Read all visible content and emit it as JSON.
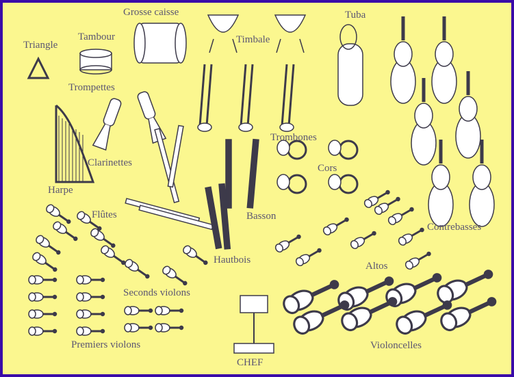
{
  "title": "Orchestra seating plan",
  "colors": {
    "background": "#fbf78f",
    "border": "#3a0aa8",
    "ink": "#3d3a4a",
    "label": "#5b5672"
  },
  "labels": {
    "triangle": "Triangle",
    "tambour": "Tambour",
    "grosse_caisse": "Grosse caisse",
    "timbale": "Timbale",
    "tuba": "Tuba",
    "trompettes": "Trompettes",
    "clarinettes": "Clarinettes",
    "harpe": "Harpe",
    "trombones": "Trombones",
    "cors": "Cors",
    "flutes": "Flûtes",
    "basson": "Basson",
    "contrebasses": "Contrebasses",
    "hautbois": "Hautbois",
    "altos": "Altos",
    "seconds_violons": "Seconds violons",
    "premiers_violons": "Premiers violons",
    "violoncelles": "Violoncelles",
    "chef": "CHEF"
  }
}
